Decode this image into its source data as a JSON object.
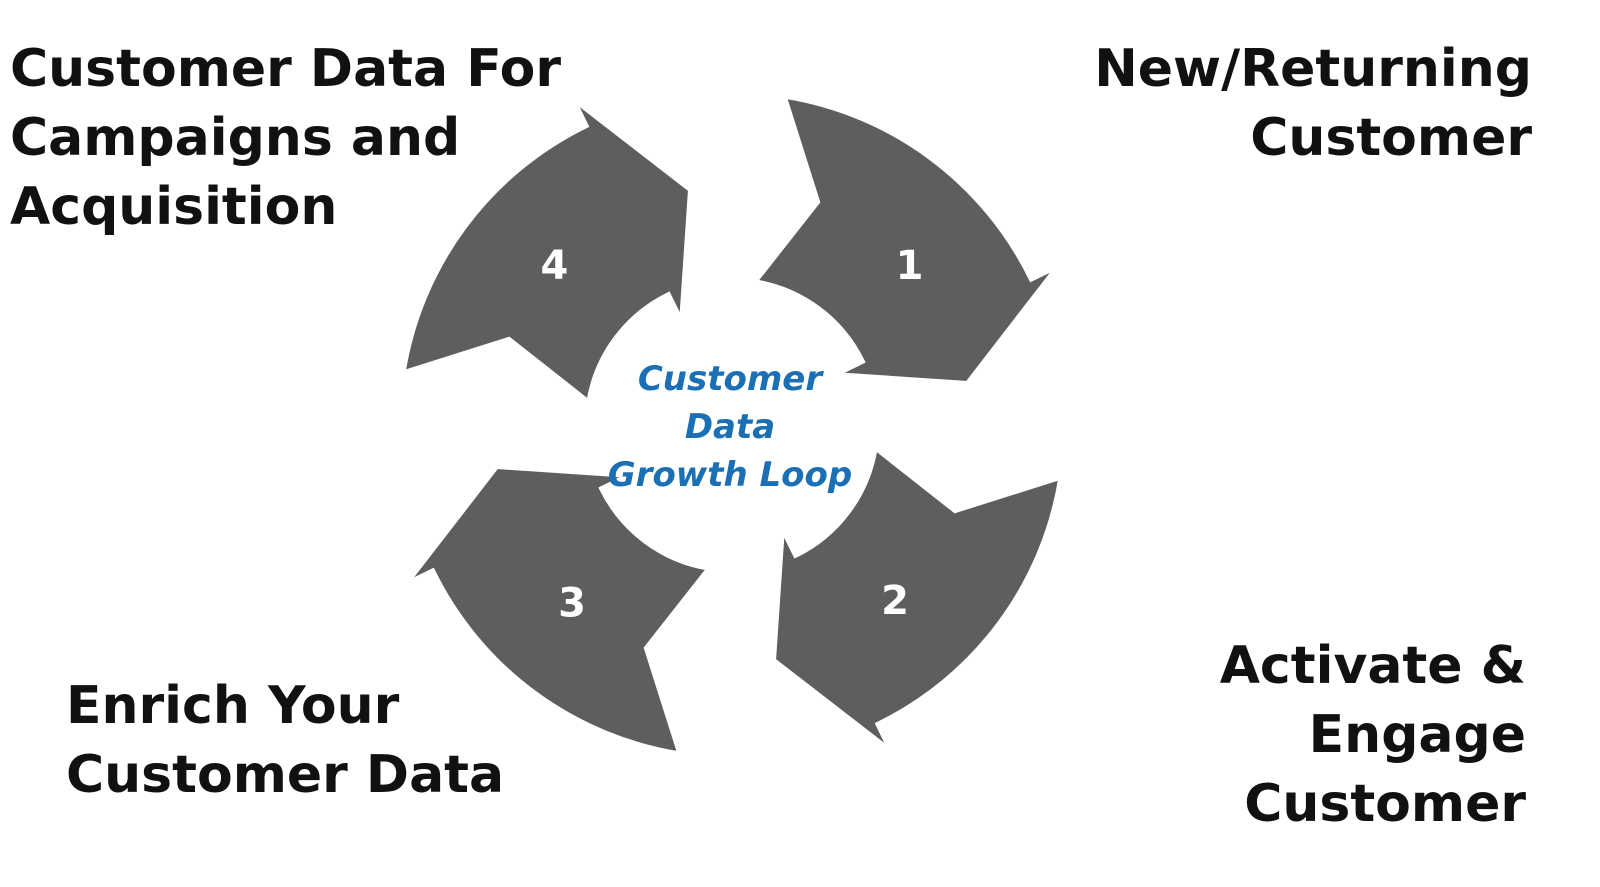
{
  "diagram": {
    "center_lines": [
      "Customer",
      "Data",
      "Growth Loop"
    ],
    "center_color": "#1a6fb5",
    "arrow_color": "#5e5e5e",
    "number_color": "#ffffff",
    "stages": [
      {
        "number": "1",
        "label_lines": [
          "New/Returning",
          "Customer"
        ]
      },
      {
        "number": "2",
        "label_lines": [
          "Activate &",
          "Engage",
          "Customer"
        ]
      },
      {
        "number": "3",
        "label_lines": [
          "Enrich Your",
          "Customer Data"
        ]
      },
      {
        "number": "4",
        "label_lines": [
          "Customer Data For",
          "Campaigns and",
          "Acquisition"
        ]
      }
    ]
  }
}
